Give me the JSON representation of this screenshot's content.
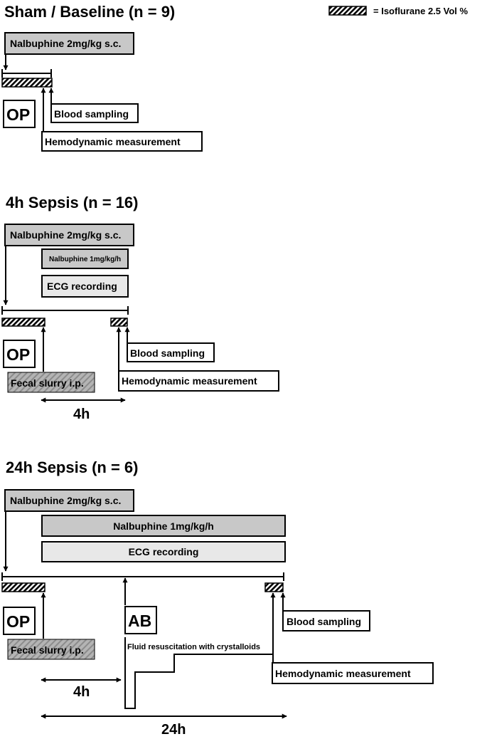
{
  "legend": {
    "label": "= Isoflurane 2.5 Vol %"
  },
  "panels": {
    "sham": {
      "title": "Sham / Baseline (n = 9)",
      "nalbuphine_bolus": "Nalbuphine 2mg/kg s.c.",
      "op": "OP",
      "blood_sampling": "Blood sampling",
      "hemodynamic": "Hemodynamic measurement"
    },
    "sepsis4h": {
      "title": "4h Sepsis (n = 16)",
      "nalbuphine_bolus": "Nalbuphine 2mg/kg s.c.",
      "nalbuphine_infusion": "Nalbuphine 1mg/kg/h",
      "ecg": "ECG recording",
      "op": "OP",
      "fecal": "Fecal slurry i.p.",
      "blood_sampling": "Blood sampling",
      "hemodynamic": "Hemodynamic measurement",
      "duration": "4h"
    },
    "sepsis24h": {
      "title": "24h Sepsis (n = 6)",
      "nalbuphine_bolus": "Nalbuphine 2mg/kg s.c.",
      "nalbuphine_infusion": "Nalbuphine 1mg/kg/h",
      "ecg": "ECG recording",
      "op": "OP",
      "ab": "AB",
      "fecal": "Fecal slurry i.p.",
      "fluid": "Fluid resuscitation with crystalloids",
      "blood_sampling": "Blood sampling",
      "hemodynamic": "Hemodynamic measurement",
      "duration_short": "4h",
      "duration_long": "24h"
    }
  }
}
